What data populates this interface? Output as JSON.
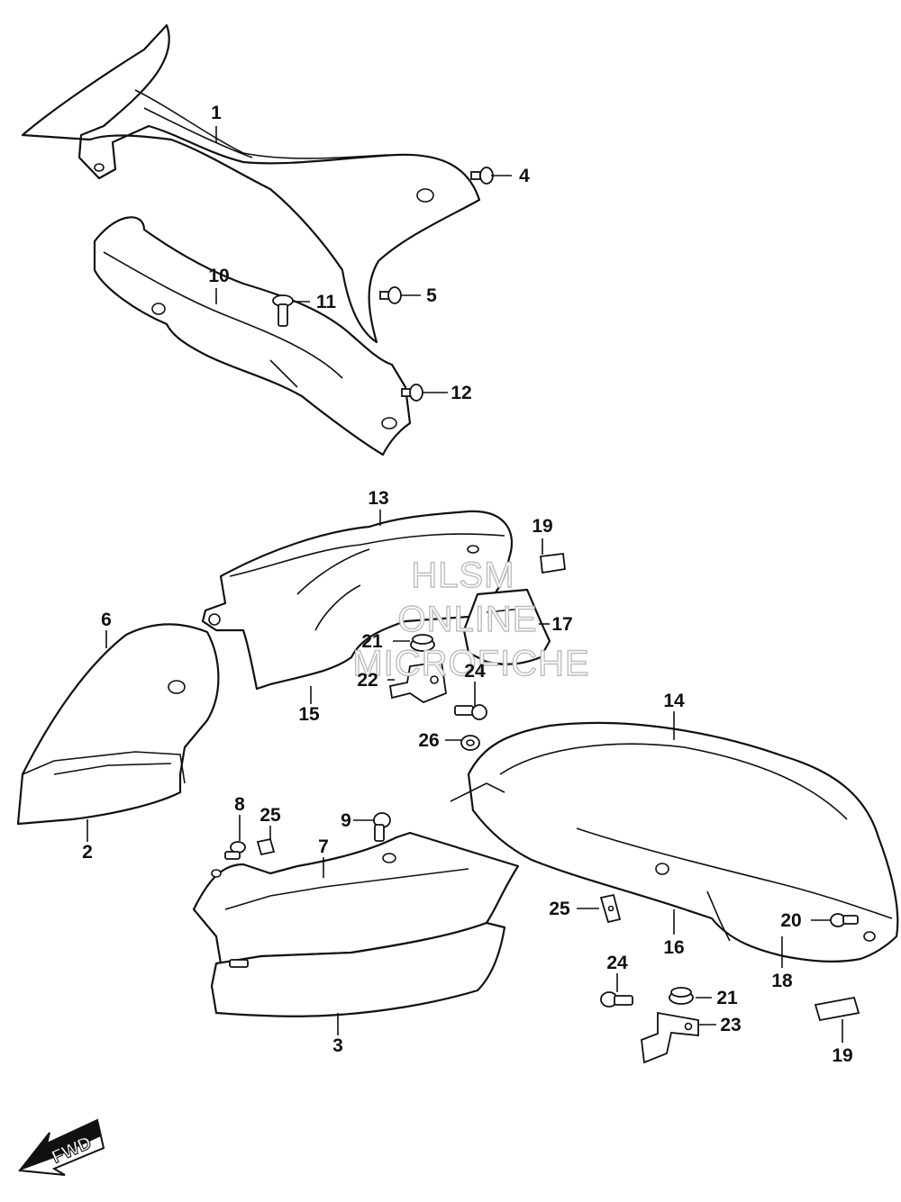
{
  "watermark": {
    "line1": "HLSM",
    "line2": "ONLINE",
    "line3": "MICROFICHE"
  },
  "fwd_label": "FWD",
  "callouts": {
    "c1": "1",
    "c2": "2",
    "c3": "3",
    "c4": "4",
    "c5": "5",
    "c6": "6",
    "c7": "7",
    "c8": "8",
    "c9": "9",
    "c10": "10",
    "c11": "11",
    "c12": "12",
    "c13": "13",
    "c14": "14",
    "c15": "15",
    "c16": "16",
    "c17": "17",
    "c18": "18",
    "c19a": "19",
    "c19b": "19",
    "c20": "20",
    "c21a": "21",
    "c21b": "21",
    "c22": "22",
    "c23": "23",
    "c24a": "24",
    "c24b": "24",
    "c25a": "25",
    "c25b": "25",
    "c26": "26"
  }
}
